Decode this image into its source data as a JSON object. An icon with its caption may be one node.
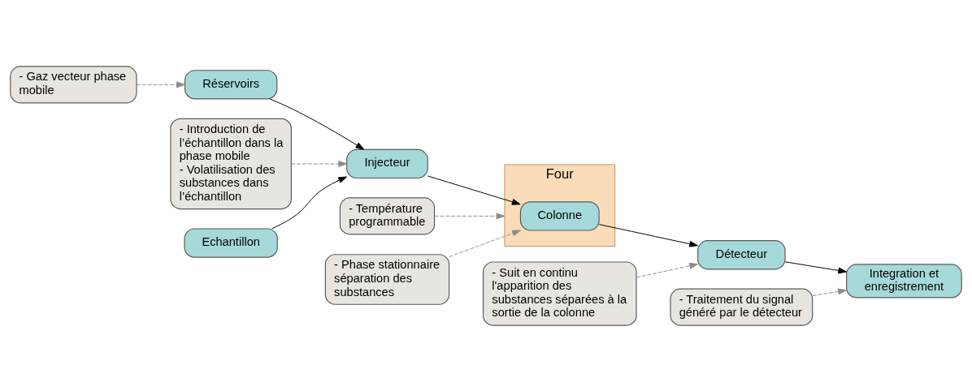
{
  "diagram": {
    "nodes": [
      {
        "text": [
          "- Gaz vecteur phase mobile"
        ]
      },
      {
        "text": [
          "Réservoirs"
        ]
      },
      {
        "text": [
          "- Introduction de l’échantillon dans la phase mobile",
          "- Volatilisation des substances dans l’échantillon"
        ]
      },
      {
        "text": [
          "Injecteur"
        ]
      },
      {
        "text": [
          "Echantillon"
        ]
      },
      {
        "text": [
          "Four"
        ]
      },
      {
        "text": [
          "Colonne"
        ],
        "in": 5
      },
      {
        "text": [
          "- Température programmable"
        ]
      },
      {
        "text": [
          "- Phase stationnaire séparation des substances"
        ]
      },
      {
        "text": [
          "Integration et enregistrement"
        ]
      },
      {
        "text": [
          "- Traitement du signal généré par le détecteur"
        ]
      },
      {
        "text": [
          "Détecteur"
        ]
      },
      {
        "text": [
          "- Suit en continu l'apparition des substances séparées à la sortie de la colonne"
        ]
      }
    ],
    "edges": [
      {
        "from": 0,
        "to": 1,
        "arrow": "to",
        "style": "dashed"
      },
      {
        "from": 1,
        "to": 3,
        "arrow": "to",
        "color": "#000000"
      },
      {
        "from": 2,
        "to": 3,
        "arrow": "to",
        "style": "dashed"
      },
      {
        "from": 4,
        "to": 3,
        "arrow": "to",
        "color": "#000000"
      },
      {
        "from": 3,
        "to": 6,
        "arrow": "to",
        "color": "#000000"
      },
      {
        "from": 7,
        "to": 5,
        "arrow": "to",
        "style": "dashed"
      },
      {
        "from": 8,
        "to": 6,
        "arrow": "to",
        "style": "dashed"
      },
      {
        "from": 6,
        "to": 11,
        "arrow": "to",
        "color": "#000000"
      },
      {
        "from": 11,
        "to": 9,
        "arrow": "to",
        "color": "#000000"
      },
      {
        "from": 10,
        "to": 9,
        "arrow": "to",
        "style": "dashed"
      },
      {
        "from": 12,
        "to": 11,
        "arrow": "to",
        "style": "dashed"
      }
    ]
  }
}
